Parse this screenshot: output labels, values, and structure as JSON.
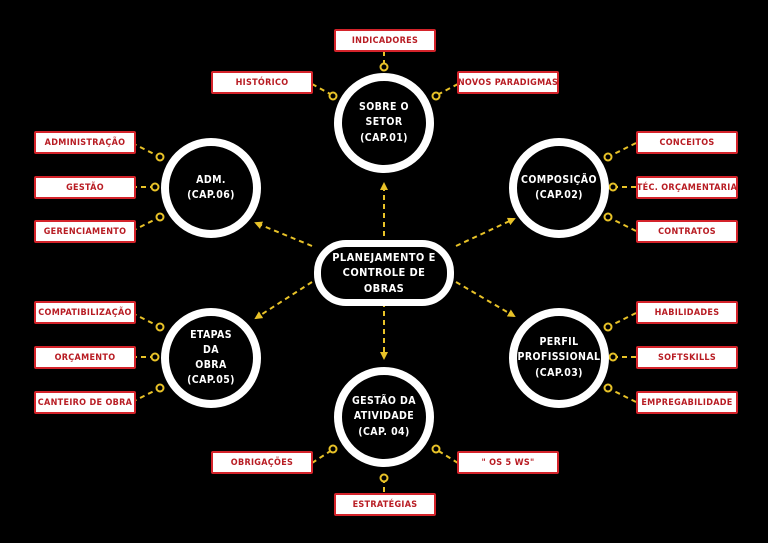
{
  "center": {
    "label": "PLANEJAMENTO E\nCONTROLE DE\nOBRAS"
  },
  "nodes": {
    "setor": {
      "label": "SOBRE O\nSETOR\n(CAP.01)"
    },
    "composicao": {
      "label": "COMPOSIÇÃO\n(CAP.02)"
    },
    "perfil": {
      "label": "PERFIL\nPROFISSIONAL\n(CAP.03)"
    },
    "gestao": {
      "label": "GESTÃO DA\nATIVIDADE\n(CAP. 04)"
    },
    "etapas": {
      "label": "ETAPAS\nDA\nOBRA\n(CAP.05)"
    },
    "adm": {
      "label": "ADM.\n(CAP.06)"
    }
  },
  "tags": {
    "indicadores": "INDICADORES",
    "historico": "HISTÓRICO",
    "novos_paradigmas": "NOVOS PARADIGMAS",
    "conceitos": "CONCEITOS",
    "tec_orcamentaria": "TÉC. ORÇAMENTARIA",
    "contratos": "CONTRATOS",
    "habilidades": "HABILIDADES",
    "softskills": "SOFTSKILLS",
    "empregabilidade": "EMPREGABILIDADE",
    "obrigacoes": "OBRIGAÇÕES",
    "os_5_ws": "\" OS 5 WS\"",
    "estrategias": "ESTRATÉGIAS",
    "compatibilizacao": "COMPATIBILIZAÇÃO",
    "orcamento": "ORÇAMENTO",
    "canteiro_de_obra": "CANTEIRO DE OBRA",
    "administracao": "ADMINISTRAÇÃO",
    "gestao": "GESTÃO",
    "gerenciamento": "GERENCIAMENTO"
  },
  "colors": {
    "background": "#000000",
    "node_border": "#ffffff",
    "connector": "#e8c228",
    "tag_border": "#d4232a",
    "tag_text": "#b81c23"
  }
}
